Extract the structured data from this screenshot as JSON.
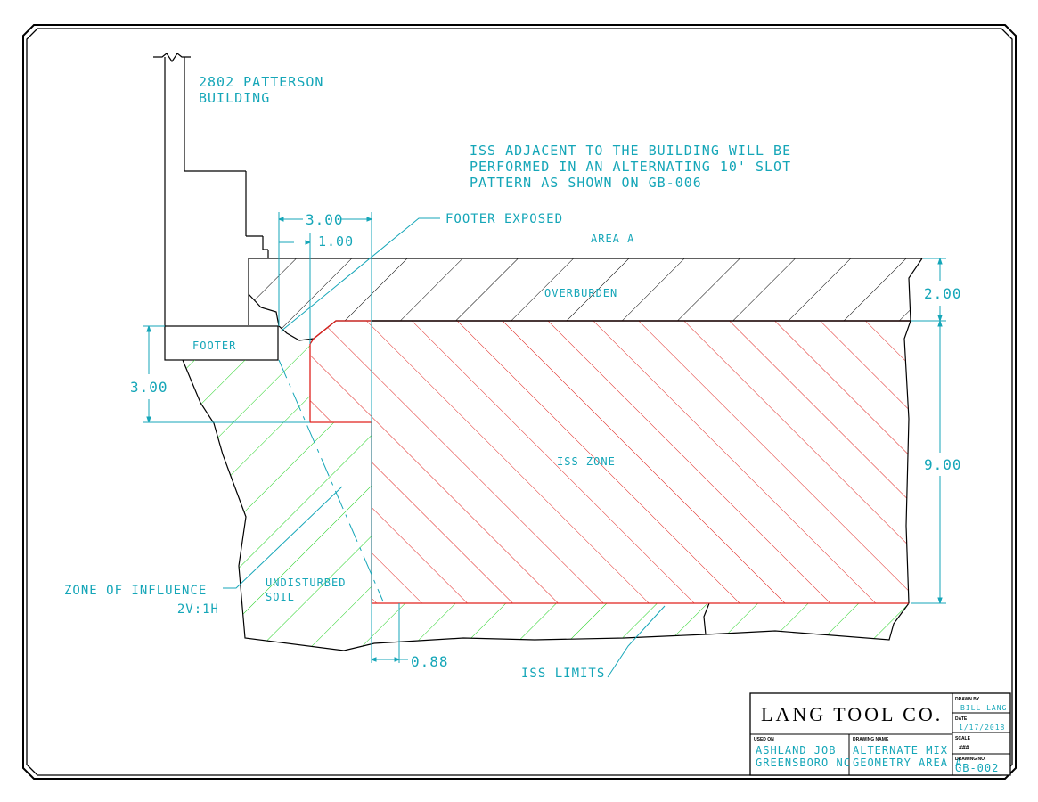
{
  "labels": {
    "building": [
      "2802 PATTERSON",
      "BUILDING"
    ],
    "note": [
      "ISS ADJACENT TO THE BUILDING WILL BE",
      "PERFORMED IN AN ALTERNATING 10' SLOT",
      "PATTERN AS SHOWN ON GB-006"
    ],
    "footer_exposed": "FOOTER EXPOSED",
    "area": "AREA A",
    "overburden": "OVERBURDEN",
    "footer": "FOOTER",
    "iss_zone": "ISS ZONE",
    "undisturbed": [
      "UNDISTURBED",
      "SOIL"
    ],
    "zone_of_influence": [
      "ZONE OF INFLUENCE",
      "2V:1H"
    ],
    "iss_limits": "ISS LIMITS"
  },
  "dimensions": {
    "top_300": "3.00",
    "top_100": "1.00",
    "right_200": "2.00",
    "right_900": "9.00",
    "left_300": "3.00",
    "bottom_088": "0.88"
  },
  "title_block": {
    "company": "LANG TOOL CO.",
    "drawn_by_label": "DRAWN BY",
    "drawn_by": "BILL LANG",
    "date_label": "DATE",
    "date": "1/17/2018",
    "scale_label": "SCALE",
    "scale": "###",
    "used_on_label": "USED ON",
    "used_on": [
      "ASHLAND JOB",
      "GREENSBORO NC"
    ],
    "drawing_name_label": "DRAWING NAME",
    "drawing_name": [
      "ALTERNATE MIX",
      "GEOMETRY AREA A"
    ],
    "drawing_no_label": "DRAWING NO.",
    "drawing_no": "GB-002"
  },
  "colors": {
    "dimension": "#15a6b8",
    "iss_zone": "#e0201c",
    "soil": "#1fd11f",
    "linework": "#000000"
  }
}
